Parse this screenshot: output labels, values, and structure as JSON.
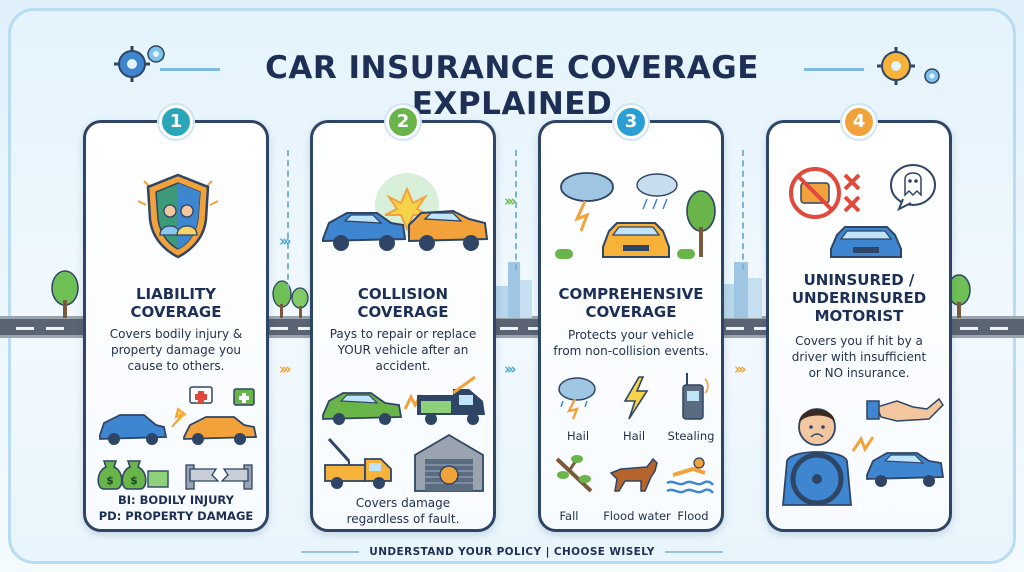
{
  "title": "CAR INSURANCE COVERAGE EXPLAINED",
  "colors": {
    "navy": "#1d2f55",
    "badge_1": "#2aa6b8",
    "badge_2": "#6ab54a",
    "badge_3": "#2a9fd6",
    "badge_4": "#f2a23a",
    "accent_orange": "#f7a23a",
    "accent_blue": "#3f86d1",
    "accent_green": "#6ab54a"
  },
  "cards": [
    {
      "number": "1",
      "title_line1": "LIABILITY",
      "title_line2": "COVERAGE",
      "desc_line1": "Covers bodily injury &",
      "desc_line2": "property damage you",
      "desc_line3": "cause to others.",
      "legend_line1": "BI: BODILY INJURY",
      "legend_line2": "PD: PROPERTY DAMAGE",
      "icons": [
        "shield-family-icon",
        "collision-cars-icon",
        "first-aid-icon",
        "money-bags-icon",
        "broken-guardrail-icon"
      ]
    },
    {
      "number": "2",
      "title_line1": "COLLISION",
      "title_line2": "COVERAGE",
      "desc_line1": "Pays to repair or replace",
      "desc_line2": "YOUR vehicle after an",
      "desc_line3": "accident.",
      "bottom_line1": "Covers damage",
      "bottom_line2": "regardless of fault.",
      "icons": [
        "crashing-cars-icon",
        "car-crash-icon",
        "tow-truck-icon",
        "repair-garage-icon"
      ]
    },
    {
      "number": "3",
      "title_line1": "COMPREHENSIVE",
      "title_line2": "COVERAGE",
      "desc_line1": "Protects your vehicle",
      "desc_line2": "from non-collision events.",
      "icon_labels": [
        "Hail",
        "Hail",
        "Stealing",
        "Fall",
        "Flood water",
        "Flood"
      ],
      "icons": [
        "storm-car-icon",
        "hail-cloud-icon",
        "lightning-icon",
        "walkie-talkie-icon",
        "fallen-branch-icon",
        "animal-icon",
        "swimmer-icon"
      ]
    },
    {
      "number": "4",
      "title_line1": "UNINSURED /",
      "title_line2": "UNDERINSURED",
      "title_line3": "MOTORIST",
      "desc_line1": "Covers you if hit by a",
      "desc_line2": "driver with insufficient",
      "desc_line3": "or NO insurance.",
      "icons": [
        "no-wallet-icon",
        "ghost-icon",
        "worried-driver-icon",
        "helping-hand-icon",
        "hit-car-icon"
      ]
    }
  ],
  "footer_left": "UNDERSTAND YOUR POLICY",
  "footer_sep": "|",
  "footer_right": "CHOOSE WISELY"
}
